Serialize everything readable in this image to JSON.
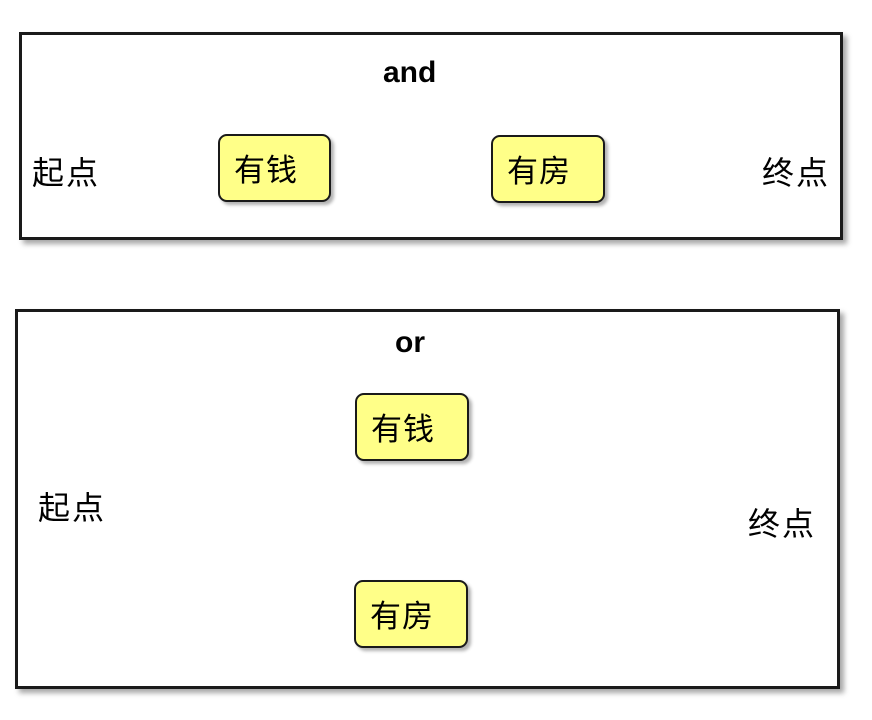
{
  "and_diagram": {
    "title": "and",
    "start": "起点",
    "node1": "有钱",
    "node2": "有房",
    "end": "终点"
  },
  "or_diagram": {
    "title": "or",
    "start": "起点",
    "node_top": "有钱",
    "node_bottom": "有房",
    "end": "终点"
  },
  "colors": {
    "arrow": "#ff0000",
    "node_fill": "#ffff88",
    "border": "#1a1a1a"
  }
}
